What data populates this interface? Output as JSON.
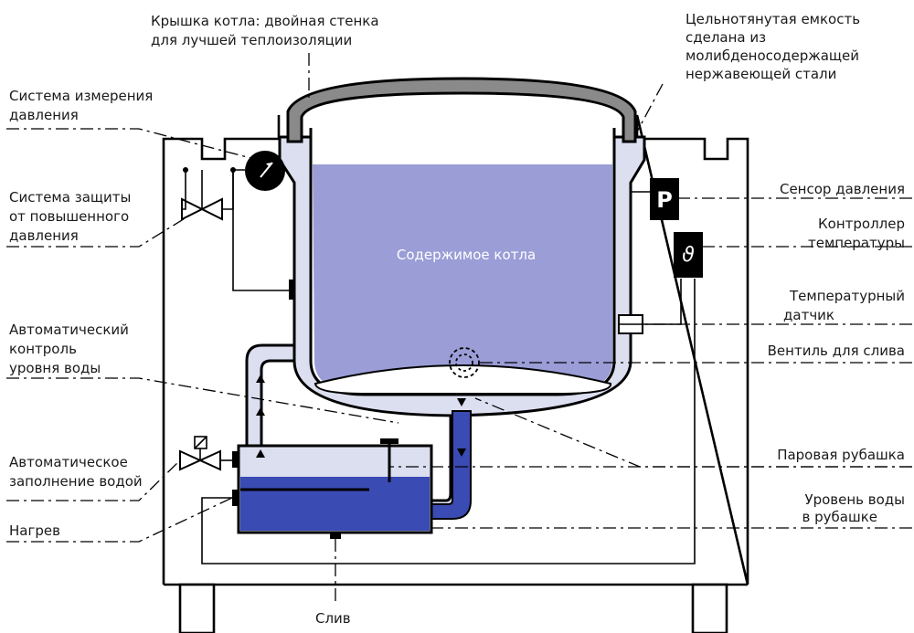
{
  "labels": {
    "lid": [
      "Крышка котла: двойная стенка",
      "для лучшей теплоизоляции"
    ],
    "vessel": [
      "Цельнотянутая емкость",
      "сделана из",
      "молибденосодержащей",
      "нержавеющей стали"
    ],
    "pressure_measure": [
      "Система измерения",
      "давления"
    ],
    "overpressure_protection": [
      "Система защиты",
      "от повышенного",
      "давления"
    ],
    "auto_level": [
      "Автоматический",
      "контроль",
      "уровня воды"
    ],
    "auto_fill": [
      "Автоматическое",
      "заполнение водой"
    ],
    "heating": [
      "Нагрев"
    ],
    "drain": [
      "Слив"
    ],
    "pressure_sensor": [
      "Сенсор давления"
    ],
    "temp_controller": [
      "Контроллер",
      "температуры"
    ],
    "temp_probe": [
      "Температурный",
      "датчик"
    ],
    "drain_valve": [
      "Вентиль для слива"
    ],
    "steam_jacket": [
      "Паровая рубашка"
    ],
    "jacket_water_level": [
      "Уровень воды",
      "в рубашке"
    ]
  },
  "contents_label": "Содержимое котла",
  "sensor_symbols": {
    "pressure": "P",
    "temperature": "ϑ"
  },
  "colors": {
    "contents": "#9a9dd6",
    "jacket": "#dcdff0",
    "heater_water": "#3a4bb3",
    "lid": "#8a8a8a",
    "outline": "#000000"
  }
}
